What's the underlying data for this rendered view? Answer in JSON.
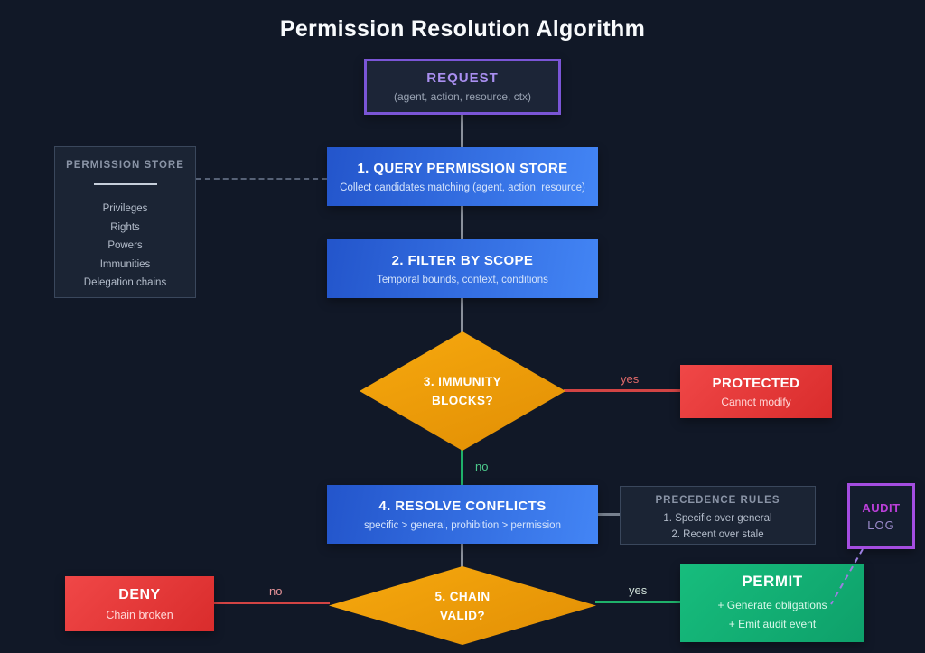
{
  "page": {
    "title": "Permission Resolution Algorithm"
  },
  "nodes": {
    "request": {
      "title": "REQUEST",
      "subtitle": "(agent, action, resource, ctx)"
    },
    "step1": {
      "title": "1. QUERY PERMISSION STORE",
      "subtitle": "Collect candidates matching (agent, action, resource)"
    },
    "step2": {
      "title": "2. FILTER BY SCOPE",
      "subtitle": "Temporal bounds, context, conditions"
    },
    "decision3": {
      "line1": "3. IMMUNITY",
      "line2": "BLOCKS?"
    },
    "step4": {
      "title": "4. RESOLVE CONFLICTS",
      "subtitle": "specific > general, prohibition > permission"
    },
    "decision5": {
      "line1": "5. CHAIN",
      "line2": "VALID?"
    },
    "protected": {
      "title": "PROTECTED",
      "subtitle": "Cannot modify"
    },
    "deny": {
      "title": "DENY",
      "subtitle": "Chain broken"
    },
    "permit": {
      "title": "PERMIT",
      "line1": "+ Generate obligations",
      "line2": "+ Emit audit event"
    },
    "audit": {
      "line1": "AUDIT",
      "line2": "LOG"
    }
  },
  "panels": {
    "permission_store": {
      "title": "PERMISSION STORE",
      "items": [
        "Privileges",
        "Rights",
        "Powers",
        "Immunities",
        "Delegation chains"
      ]
    },
    "precedence_rules": {
      "title": "PRECEDENCE RULES",
      "items": [
        "1. Specific over general",
        "2. Recent over stale"
      ]
    }
  },
  "edges": {
    "immunity_yes": "yes",
    "immunity_no": "no",
    "chain_no": "no",
    "chain_yes": "yes"
  },
  "colors": {
    "background": "#111827",
    "process_blue": "#3576e3",
    "decision_orange": "#eb9a09",
    "stop_red": "#e43b3b",
    "permit_green": "#12ae73",
    "request_purple": "#7a55d6",
    "audit_purple": "#a44de0",
    "yes_no_red": "#d24444",
    "yes_no_green": "#1fb16a"
  }
}
